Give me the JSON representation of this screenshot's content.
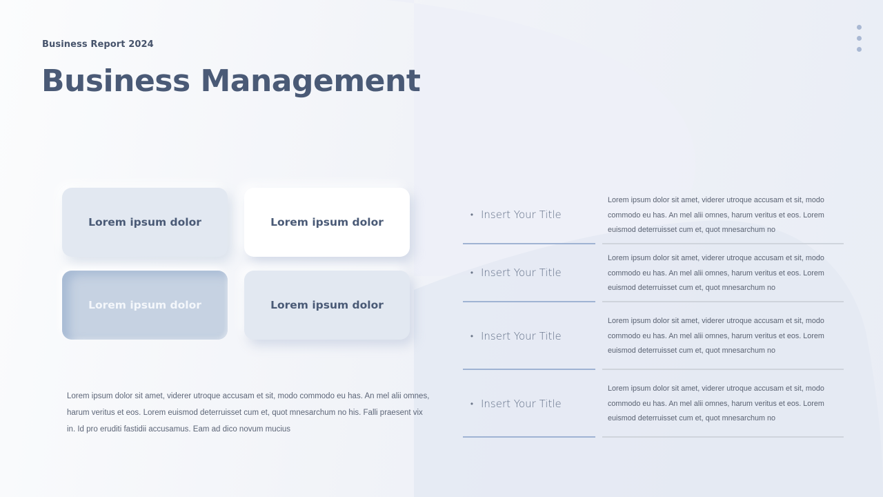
{
  "header": {
    "subtitle": "Business Report 2024",
    "title": "Business Management"
  },
  "menu": {
    "icon": "more-vertical-icon"
  },
  "cards": [
    {
      "label": "Lorem ipsum dolor",
      "style": "light"
    },
    {
      "label": "Lorem ipsum dolor",
      "style": "white"
    },
    {
      "label": "Lorem ipsum dolor",
      "style": "pressed"
    },
    {
      "label": "Lorem ipsum dolor",
      "style": "light"
    }
  ],
  "body_text": "Lorem  ipsum dolor sit amet, viderer utroque accusam et sit, modo commodo eu has. An mel alii omnes, harum veritus et eos. Lorem euismod deterruisset cum et, quot mnesarchum no his. Falli praesent vix in. Id pro eruditi fastidii accusamus. Eam ad dico novum mucius",
  "list": {
    "bullet": "•",
    "items": [
      {
        "title": "Insert Your Title",
        "description": "Lorem ipsum dolor sit amet, viderer utroque accusam et sit, modo commodo eu has. An mel alii omnes, harum veritus et eos. Lorem euismod deterruisset cum et, quot mnesarchum no"
      },
      {
        "title": "Insert Your Title",
        "description": "Lorem ipsum dolor sit amet, viderer utroque accusam et sit, modo commodo eu has. An mel alii omnes, harum veritus et eos. Lorem euismod deterruisset cum et, quot mnesarchum no"
      },
      {
        "title": "Insert Your Title",
        "description": "Lorem ipsum dolor sit amet, viderer utroque accusam et sit, modo commodo eu has. An mel alii omnes, harum veritus et eos. Lorem euismod deterruisset cum et, quot mnesarchum no"
      },
      {
        "title": "Insert Your Title",
        "description": "Lorem ipsum dolor sit amet, viderer utroque accusam et sit, modo commodo eu has. An mel alii omnes, harum veritus et eos. Lorem euismod deterruisset cum et, quot mnesarchum no"
      }
    ]
  },
  "colors": {
    "title": "#4a5a76",
    "accent_rule": "#9fb3d3",
    "neutral_rule": "#cfd4dc",
    "card_light": "#e2e8f1",
    "card_pressed": "#c6d2e2",
    "dots": "#a9b8d3"
  }
}
